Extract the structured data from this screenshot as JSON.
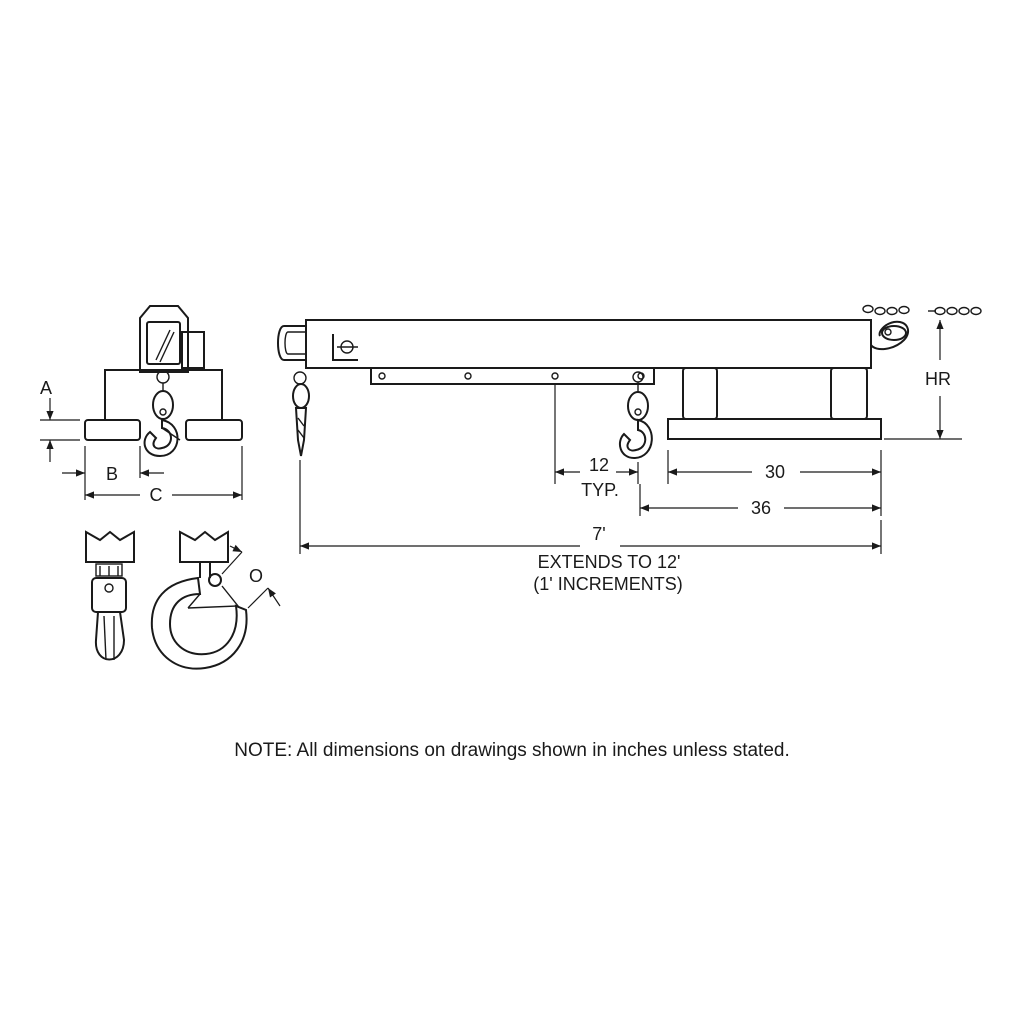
{
  "dimensions": {
    "a": "A",
    "b": "B",
    "c": "C",
    "o": "O",
    "hr": "HR",
    "spacing": "12",
    "spacing_note": "TYP.",
    "width_30": "30",
    "width_36": "36",
    "length": "7'",
    "extends": "EXTENDS TO 12'",
    "increments": "(1' INCREMENTS)"
  },
  "note": "NOTE: All dimensions on drawings shown in inches unless stated."
}
